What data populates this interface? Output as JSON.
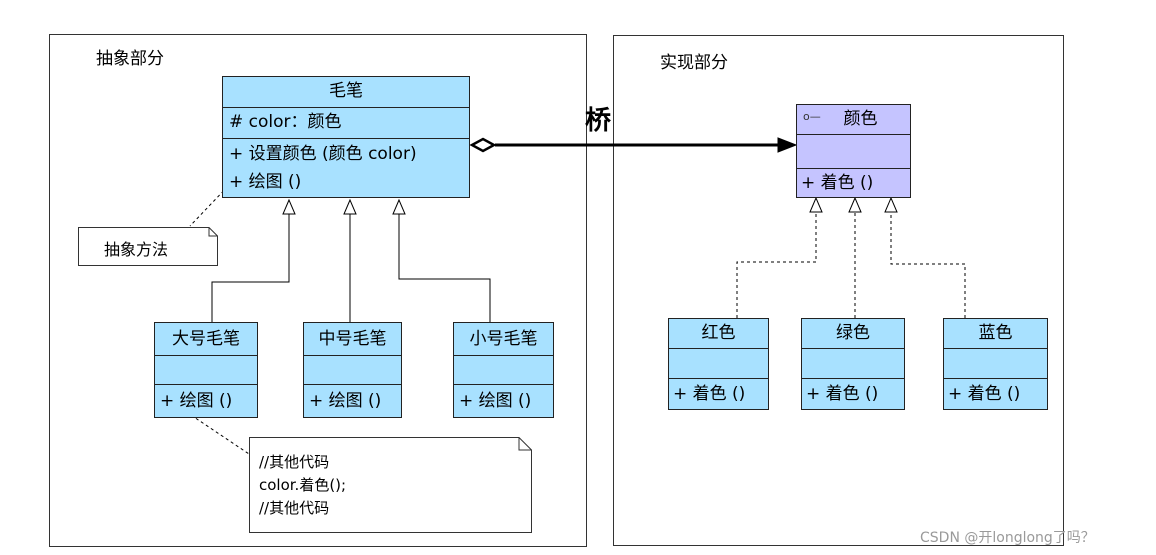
{
  "left_frame": {
    "title": "抽象部分"
  },
  "right_frame": {
    "title": "实现部分"
  },
  "bridge_label": "桥",
  "brush_class": {
    "name": "毛笔",
    "attribute": "# color：颜色",
    "op_set_color": "+ 设置颜色 (颜色 color)",
    "op_draw": "+ 绘图 ()"
  },
  "abstract_note": "抽象方法",
  "subclasses": [
    {
      "name": "大号毛笔",
      "op": "+ 绘图 ()"
    },
    {
      "name": "中号毛笔",
      "op": "+ 绘图 ()"
    },
    {
      "name": "小号毛笔",
      "op": "+ 绘图 ()"
    }
  ],
  "code_note": {
    "line1": "//其他代码",
    "line2": "color.着色();",
    "line3": "//其他代码"
  },
  "color_interface": {
    "icon": "interface-icon",
    "name": "颜色",
    "op": "+ 着色 ()"
  },
  "implementations": [
    {
      "name": "红色",
      "op": "+ 着色 ()"
    },
    {
      "name": "绿色",
      "op": "+ 着色 ()"
    },
    {
      "name": "蓝色",
      "op": "+ 着色 ()"
    }
  ],
  "watermark": "CSDN @开longlong了吗？",
  "colors": {
    "class_fill": "#a8e1ff",
    "interface_fill": "#c5c4ff"
  }
}
